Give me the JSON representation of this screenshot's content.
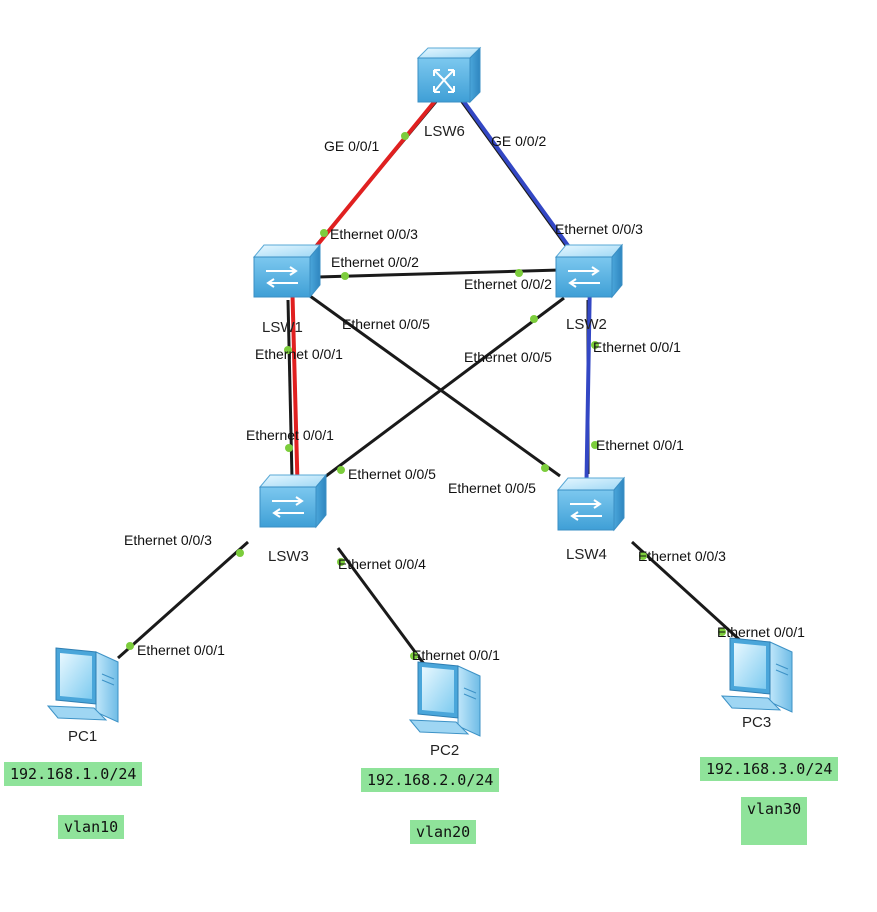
{
  "devices": {
    "lsw6": "LSW6",
    "lsw1": "LSW1",
    "lsw2": "LSW2",
    "lsw3": "LSW3",
    "lsw4": "LSW4",
    "pc1": "PC1",
    "pc2": "PC2",
    "pc3": "PC3"
  },
  "ports": {
    "lsw6_ge001": "GE 0/0/1",
    "lsw6_ge002": "GE 0/0/2",
    "lsw1_e003": "Ethernet 0/0/3",
    "lsw1_e002": "Ethernet 0/0/2",
    "lsw1_e005": "Ethernet 0/0/5",
    "lsw1_e001": "Ethernet 0/0/1",
    "lsw2_e003": "Ethernet 0/0/3",
    "lsw2_e002": "Ethernet 0/0/2",
    "lsw2_e005": "Ethernet 0/0/5",
    "lsw2_e001": "Ethernet 0/0/1",
    "lsw3_e001": "Ethernet 0/0/1",
    "lsw3_e005": "Ethernet 0/0/5",
    "lsw3_e003": "Ethernet 0/0/3",
    "lsw3_e004": "Ethernet 0/0/4",
    "lsw4_e001": "Ethernet 0/0/1",
    "lsw4_e005": "Ethernet 0/0/5",
    "lsw4_e003": "Ethernet 0/0/3",
    "pc1_e001": "Ethernet 0/0/1",
    "pc2_e001": "Ethernet 0/0/1",
    "pc3_e001": "Ethernet 0/0/1"
  },
  "networks": {
    "net1": "192.168.1.0/24",
    "net2": "192.168.2.0/24",
    "net3": "192.168.3.0/24",
    "vlan1": "vlan10",
    "vlan2": "vlan20",
    "vlan3": "vlan30"
  },
  "colors": {
    "link": "#1a1a1a",
    "path_red": "#e02020",
    "path_blue": "#3347c4",
    "port_dot": "#7ccd3c",
    "tag_bg": "#8fe39a"
  }
}
